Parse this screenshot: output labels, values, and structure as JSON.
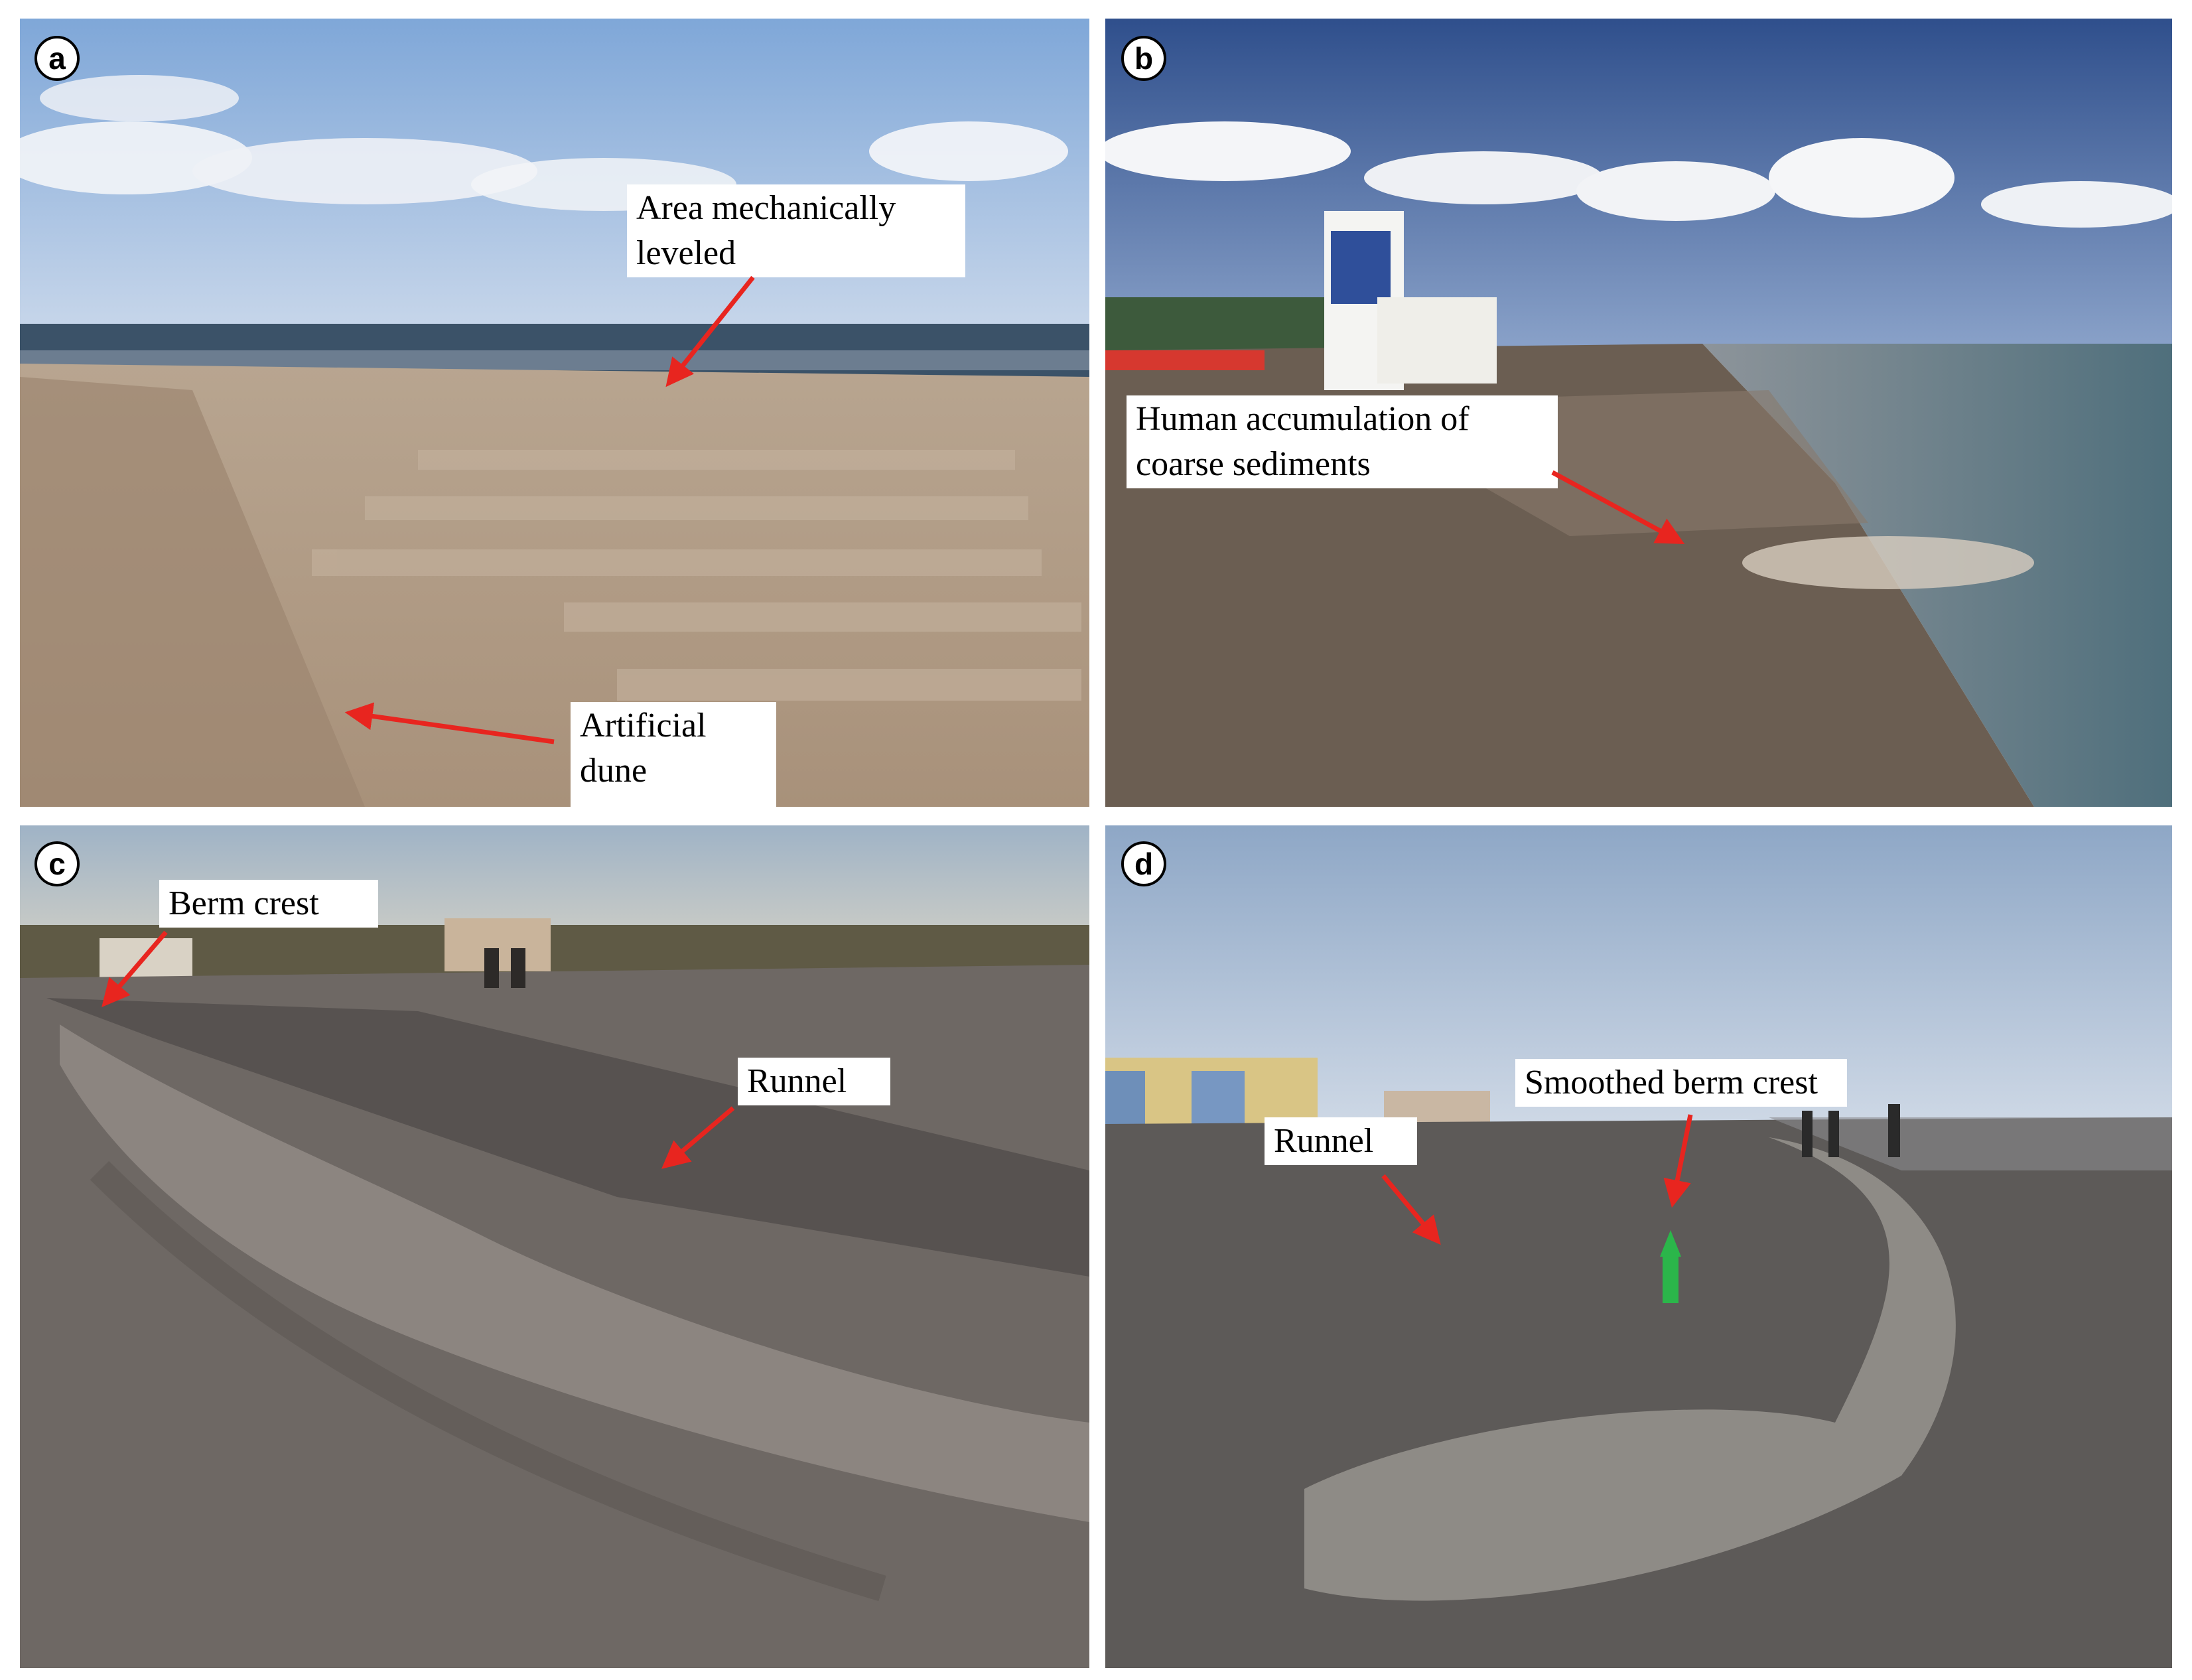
{
  "panels": {
    "a": {
      "badge": "a",
      "labels": {
        "leveled_line1": "Area mechanically",
        "leveled_line2": "leveled",
        "dune_line1": "Artificial",
        "dune_line2": "dune"
      }
    },
    "b": {
      "badge": "b",
      "labels": {
        "accum_line1": "Human accumulation of",
        "accum_line2": "coarse sediments"
      }
    },
    "c": {
      "badge": "c",
      "labels": {
        "berm": "Berm crest",
        "runnel": "Runnel"
      }
    },
    "d": {
      "badge": "d",
      "labels": {
        "smoothed": "Smoothed berm crest",
        "runnel": "Runnel"
      }
    }
  },
  "colors": {
    "arrow": "#e8251f",
    "badge_border": "#000000"
  }
}
